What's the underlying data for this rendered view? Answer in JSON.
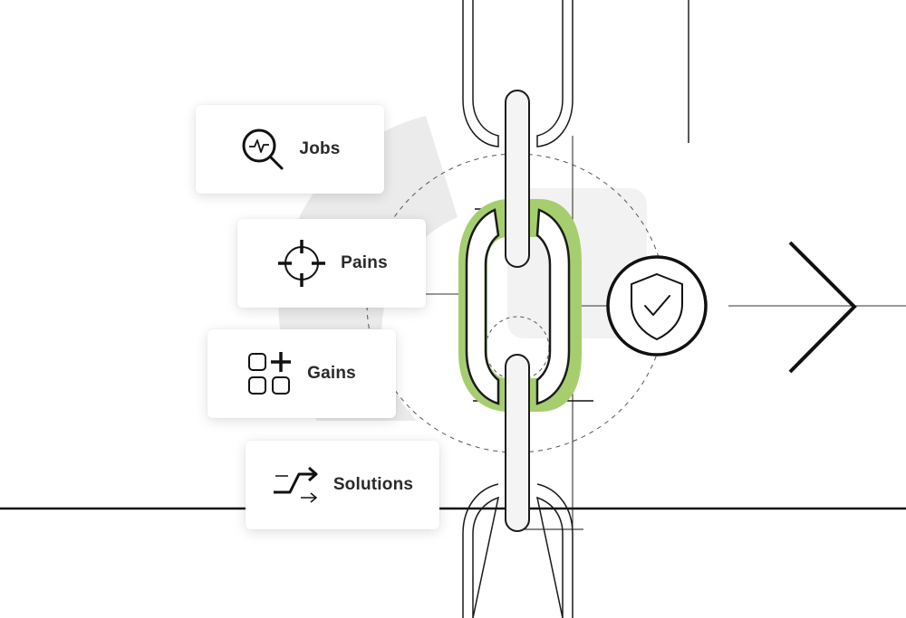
{
  "cards": [
    {
      "label": "Jobs",
      "icon": "magnifier-pulse-icon"
    },
    {
      "label": "Pains",
      "icon": "crosshair-icon"
    },
    {
      "label": "Gains",
      "icon": "grid-plus-icon"
    },
    {
      "label": "Solutions",
      "icon": "switch-arrows-icon"
    }
  ],
  "badge": {
    "icon": "shield-check-icon"
  },
  "arrow": {
    "icon": "chevron-right-icon"
  },
  "colors": {
    "highlight": "#a6ce6e",
    "stroke": "#1a1a1a",
    "gear": "#ebebeb",
    "panel": "#f2f2f2"
  }
}
